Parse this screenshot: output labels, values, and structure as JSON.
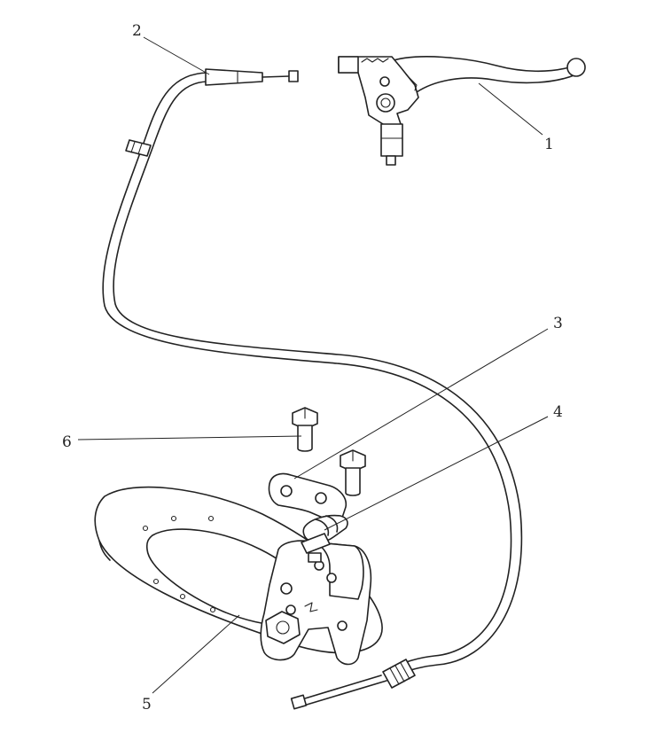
{
  "callouts": [
    {
      "id": "1",
      "label": "1",
      "part": "brake-lever"
    },
    {
      "id": "2",
      "label": "2",
      "part": "brake-cable"
    },
    {
      "id": "3",
      "label": "3",
      "part": "caliper-bracket"
    },
    {
      "id": "4",
      "label": "4",
      "part": "caliper-piston"
    },
    {
      "id": "5",
      "label": "5",
      "part": "brake-disc"
    },
    {
      "id": "6",
      "label": "6",
      "part": "mounting-bolt"
    }
  ],
  "colors": {
    "line": "#222222",
    "background": "#ffffff"
  }
}
